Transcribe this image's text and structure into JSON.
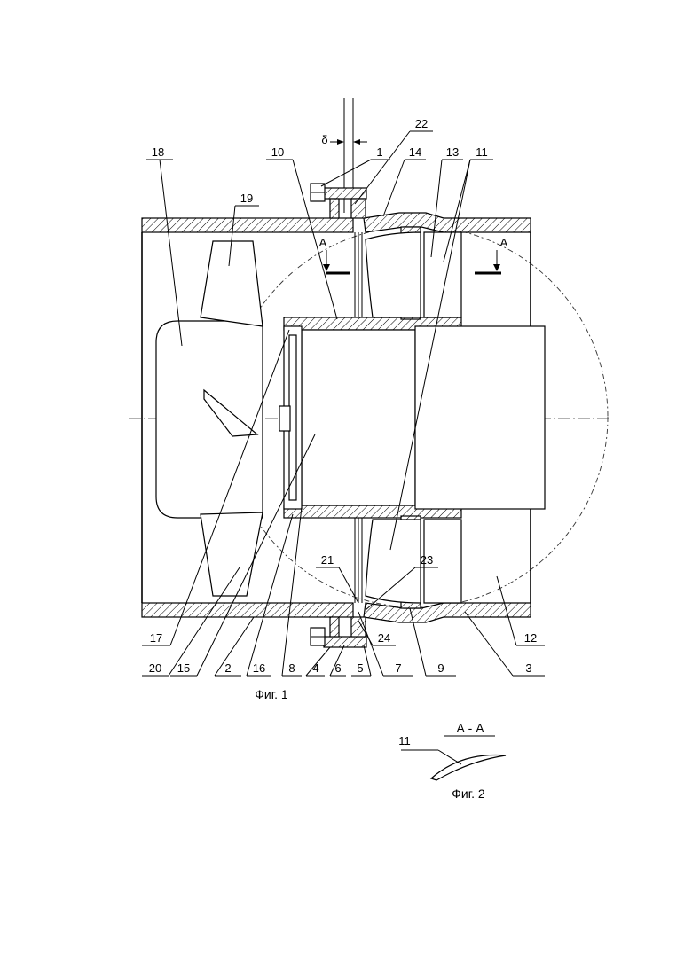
{
  "figures": {
    "fig1_caption": "Фиг. 1",
    "fig2_caption": "Фиг. 2",
    "section_title": "А - А",
    "section_mark": "А",
    "delta_symbol": "δ"
  },
  "callouts_top": [
    "18",
    "19",
    "10",
    "1",
    "22",
    "14",
    "13",
    "11"
  ],
  "callouts_bottom": [
    "17",
    "20",
    "15",
    "2",
    "16",
    "8",
    "4",
    "6",
    "5",
    "7",
    "9",
    "3",
    "12",
    "21",
    "23",
    "24"
  ],
  "fig2_callout": "11",
  "colors": {
    "ink": "#000000",
    "paper": "#ffffff"
  }
}
